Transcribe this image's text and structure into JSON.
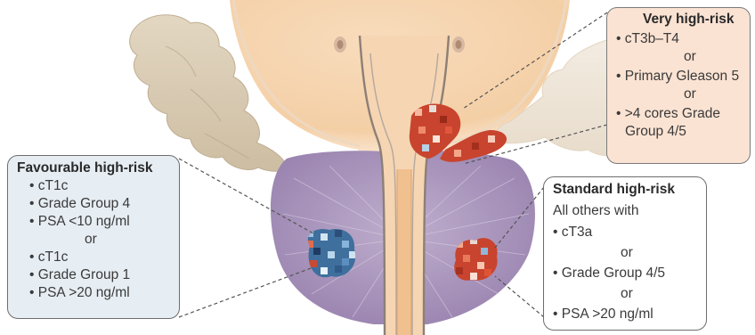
{
  "favourable": {
    "title": "Favourable high-risk",
    "items": [
      "• cT1c",
      "• Grade Group 4",
      "• PSA <10 ng/ml",
      "or",
      "• cT1c",
      "• Grade Group 1",
      "• PSA >20 ng/ml"
    ]
  },
  "very_high": {
    "title": "Very high-risk",
    "items": [
      "• cT3b–T4",
      "or",
      "• Primary Gleason 5",
      "or",
      "• >4 cores Grade",
      "Group 4/5"
    ]
  },
  "standard": {
    "title": "Standard high-risk",
    "items": [
      "All others with",
      "• cT3a",
      "or",
      "• Grade Group 4/5",
      "or",
      "• PSA >20 ng/ml"
    ]
  },
  "colors": {
    "prostate": "#a993bd",
    "bladder": "#f6d2b0",
    "seminal_vesicle": "#d9cbb4",
    "urethra": "#e8c7a3",
    "tumour_blue": "#3f77a8",
    "tumour_red": "#c8442e",
    "box_blue": "#e6edf3",
    "box_peach": "#fbe3d3"
  }
}
